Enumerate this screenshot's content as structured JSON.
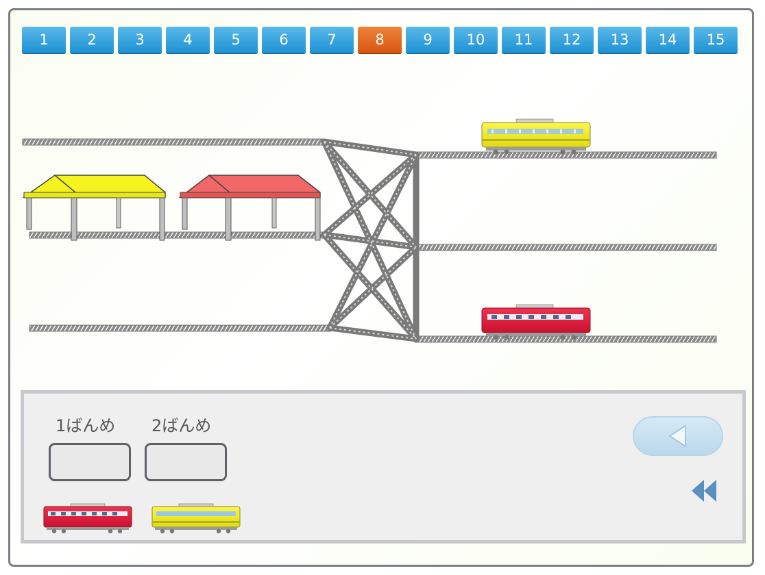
{
  "levels": {
    "items": [
      "1",
      "2",
      "3",
      "4",
      "5",
      "6",
      "7",
      "8",
      "9",
      "10",
      "11",
      "12",
      "13",
      "14",
      "15"
    ],
    "active_index": 7
  },
  "scene": {
    "stations": [
      {
        "name": "yellow-station",
        "color": "#f5f51e"
      },
      {
        "name": "red-station",
        "color": "#f26565"
      }
    ],
    "trains": [
      {
        "name": "yellow-train",
        "color": "#f1ec26"
      },
      {
        "name": "red-train",
        "color": "#e0193b"
      }
    ]
  },
  "panel": {
    "slot1_label": "1ばんめ",
    "slot2_label": "2ばんめ",
    "back_icon": "triangle-left-icon",
    "reset_icon": "double-chevron-left-icon"
  },
  "colors": {
    "level_button": "#2a9fdd",
    "level_active": "#e8691f",
    "rail": "#6b6b6b"
  }
}
